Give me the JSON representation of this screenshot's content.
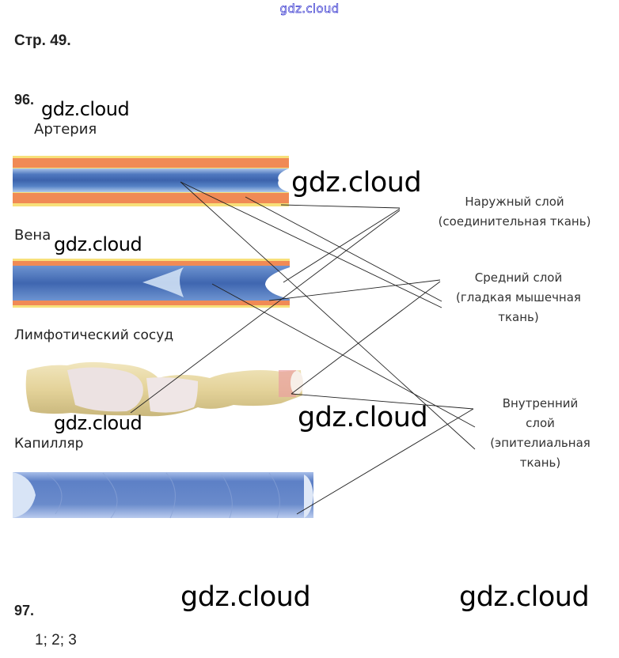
{
  "watermark_top": "gdz.cloud",
  "page_title": "Стр. 49.",
  "task_96": {
    "number": "96.",
    "vessels": [
      {
        "id": "artery",
        "label": "Артерия"
      },
      {
        "id": "vein",
        "label": "Вена"
      },
      {
        "id": "lymph",
        "label": "Лимфотический сосуд"
      },
      {
        "id": "capillary",
        "label": "Капилляр"
      }
    ],
    "layers": [
      {
        "id": "outer",
        "lines": [
          "Наружный слой",
          "(соединительная ткань)"
        ]
      },
      {
        "id": "middle",
        "lines": [
          "Средний слой",
          "(гладкая мышечная",
          "ткань)"
        ]
      },
      {
        "id": "inner",
        "lines": [
          "Внутренний",
          "слой",
          "(эпителиальная",
          "ткань)"
        ]
      }
    ],
    "connections": [
      {
        "from": "artery",
        "to": "outer"
      },
      {
        "from": "artery",
        "to": "middle"
      },
      {
        "from": "artery",
        "to": "inner"
      },
      {
        "from": "vein",
        "to": "outer"
      },
      {
        "from": "vein",
        "to": "middle"
      },
      {
        "from": "vein",
        "to": "inner"
      },
      {
        "from": "lymph",
        "to": "outer"
      },
      {
        "from": "lymph",
        "to": "inner"
      },
      {
        "from": "capillary",
        "to": "inner"
      }
    ]
  },
  "task_97": {
    "number": "97.",
    "answer": "1; 2; 3"
  },
  "watermark": "gdz.cloud",
  "colors": {
    "vessel_outer": "#f08a55",
    "vessel_edge": "#f7e07a",
    "vessel_inner": "#4a70b8",
    "lymph": "#e6d9a6",
    "capillary": "#6e8fcf",
    "watermark_top": "#3a3ad0"
  }
}
